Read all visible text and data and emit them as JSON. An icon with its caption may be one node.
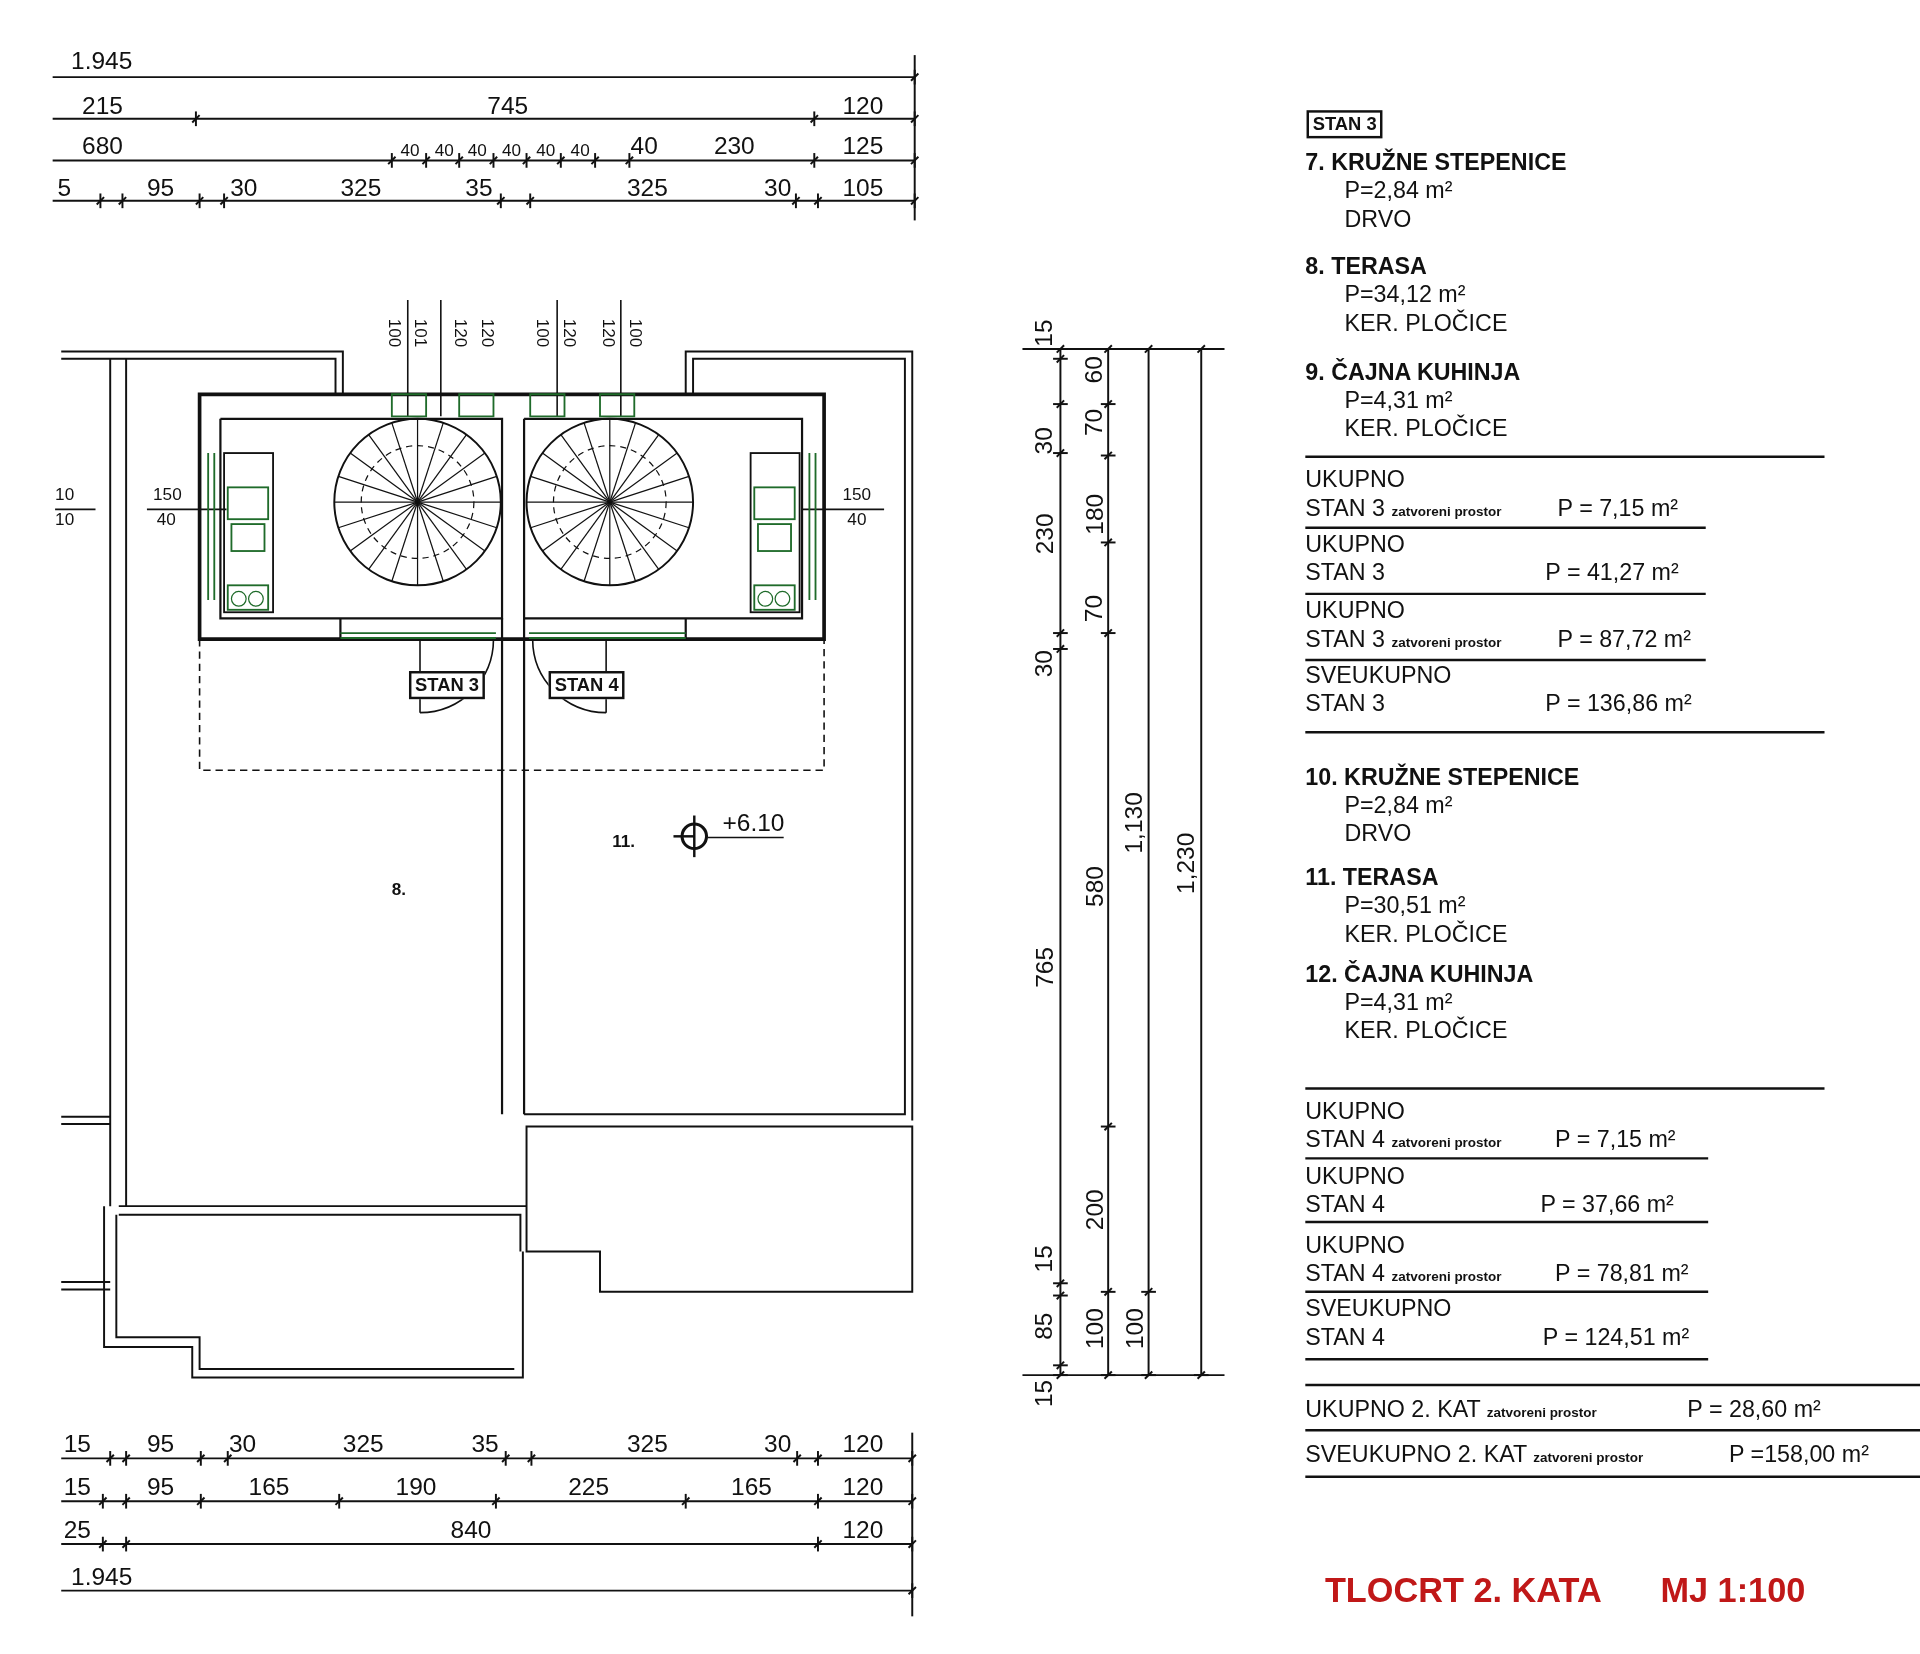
{
  "diagram": {
    "title": "TLOCRT 2. KATA",
    "nodes": [
      {
        "text": [
          "STAN 3"
        ]
      },
      {
        "text": [
          "STAN 4"
        ]
      },
      {
        "text": [
          "STAN 3"
        ]
      },
      {
        "text": [
          "+6.10"
        ]
      },
      {
        "text": [],
        "shape": "circle"
      }
    ],
    "edges": [
      {
        "from": 3,
        "to": 4,
        "arrow": "none"
      }
    ],
    "labels": [
      "1.945",
      "215",
      "745",
      "120",
      "680",
      "40",
      "40",
      "40",
      "40",
      "40",
      "40",
      "40",
      "230",
      "125",
      "5",
      "95",
      "30",
      "325",
      "35",
      "325",
      "30",
      "105",
      "100",
      "101",
      "120",
      "120",
      "100",
      "120",
      "120",
      "100",
      "10",
      "10",
      "150",
      "40",
      "150",
      "40",
      "8.",
      "11.",
      "15",
      "30",
      "230",
      "30",
      "765",
      "15",
      "85",
      "15",
      "60",
      "70",
      "180",
      "70",
      "580",
      "200",
      "100",
      "1,130",
      "100",
      "1,230",
      "15",
      "95",
      "30",
      "325",
      "35",
      "325",
      "30",
      "120",
      "15",
      "95",
      "165",
      "190",
      "225",
      "165",
      "120",
      "25",
      "840",
      "120",
      "1.945",
      "7. KRUŽNE STEPENICE",
      "P=2,84 m²",
      "DRVO",
      "8. TERASA",
      "P=34,12 m²",
      "KER. PLOČICE",
      "9. ČAJNA KUHINJA",
      "P=4,31 m²",
      "KER. PLOČICE",
      "UKUPNO",
      "STAN 3 **zatvoreni prostor**",
      "P = 7,15 m²",
      "UKUPNO",
      "STAN 3",
      "P = 41,27 m²",
      "UKUPNO",
      "STAN 3 **zatvoreni prostor**",
      "P = 87,72 m²",
      "SVEUKUPNO",
      "STAN 3",
      "P = 136,86 m²",
      "10. KRUŽNE STEPENICE",
      "P=2,84 m²",
      "DRVO",
      "11. TERASA",
      "P=30,51 m²",
      "KER. PLOČICE",
      "12. ČAJNA KUHINJA",
      "P=4,31 m²",
      "KER. PLOČICE",
      "UKUPNO",
      "STAN 4 **zatvoreni prostor**",
      "P = 7,15 m²",
      "UKUPNO",
      "STAN 4",
      "P = 37,66 m²",
      "UKUPNO",
      "STAN 4 **zatvoreni prostor**",
      "P = 78,81 m²",
      "SVEUKUPNO",
      "STAN 4",
      "P = 124,51 m²",
      "UKUPNO 2. KAT **zatvoreni prostor**",
      "P = 28,60 m²",
      "SVEUKUPNO 2. KAT **zatvoreni prostor**",
      "P =158,00 m²",
      "MJ 1:100"
    ]
  }
}
